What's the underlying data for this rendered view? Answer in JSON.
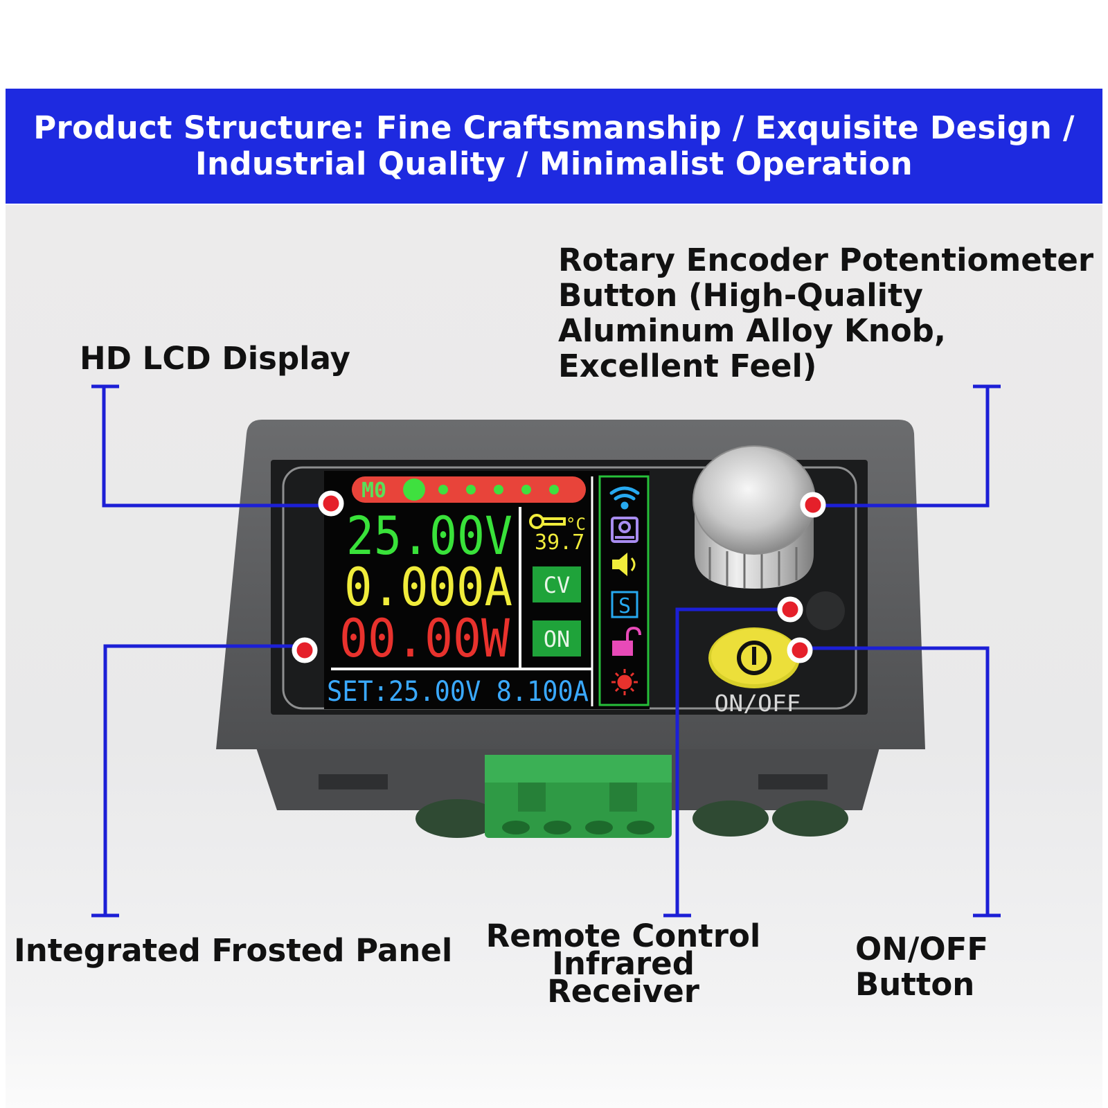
{
  "banner": {
    "line1": "Product Structure: Fine Craftsmanship / Exquisite Design /",
    "line2": "Industrial Quality / Minimalist Operation"
  },
  "callouts": {
    "knob": [
      "Rotary Encoder Potentiometer",
      "Button (High-Quality",
      "Aluminum Alloy Knob,",
      "Excellent Feel)"
    ],
    "lcd": "HD LCD Display",
    "panel": "Integrated Frosted Panel",
    "ir": [
      "Remote Control Infrared",
      "Receiver"
    ],
    "onoff": "ON/OFF Button"
  },
  "lcd": {
    "memory": "M0",
    "voltage": "25.00V",
    "current": "0.000A",
    "power": "00.00W",
    "temp_unit": "°C",
    "temperature": "39.7",
    "mode": "CV",
    "output": "ON",
    "set_line": "SET:25.00V 8.100A"
  },
  "device": {
    "power_button_label": "ON/OFF"
  },
  "colors": {
    "banner": "#1e2ae0",
    "callout_line": "#1c1fd6",
    "marker": "#e5202a",
    "voltage": "#39e23a",
    "current": "#f0ec3b",
    "power": "#e8322d",
    "set_line": "#3aa9ff",
    "status_green": "#1fa33a",
    "icon_bar_border": "#27c03a"
  },
  "icons": [
    "wifi-icon",
    "user-icon",
    "speaker-icon",
    "s-icon",
    "unlock-icon",
    "sun-icon"
  ]
}
